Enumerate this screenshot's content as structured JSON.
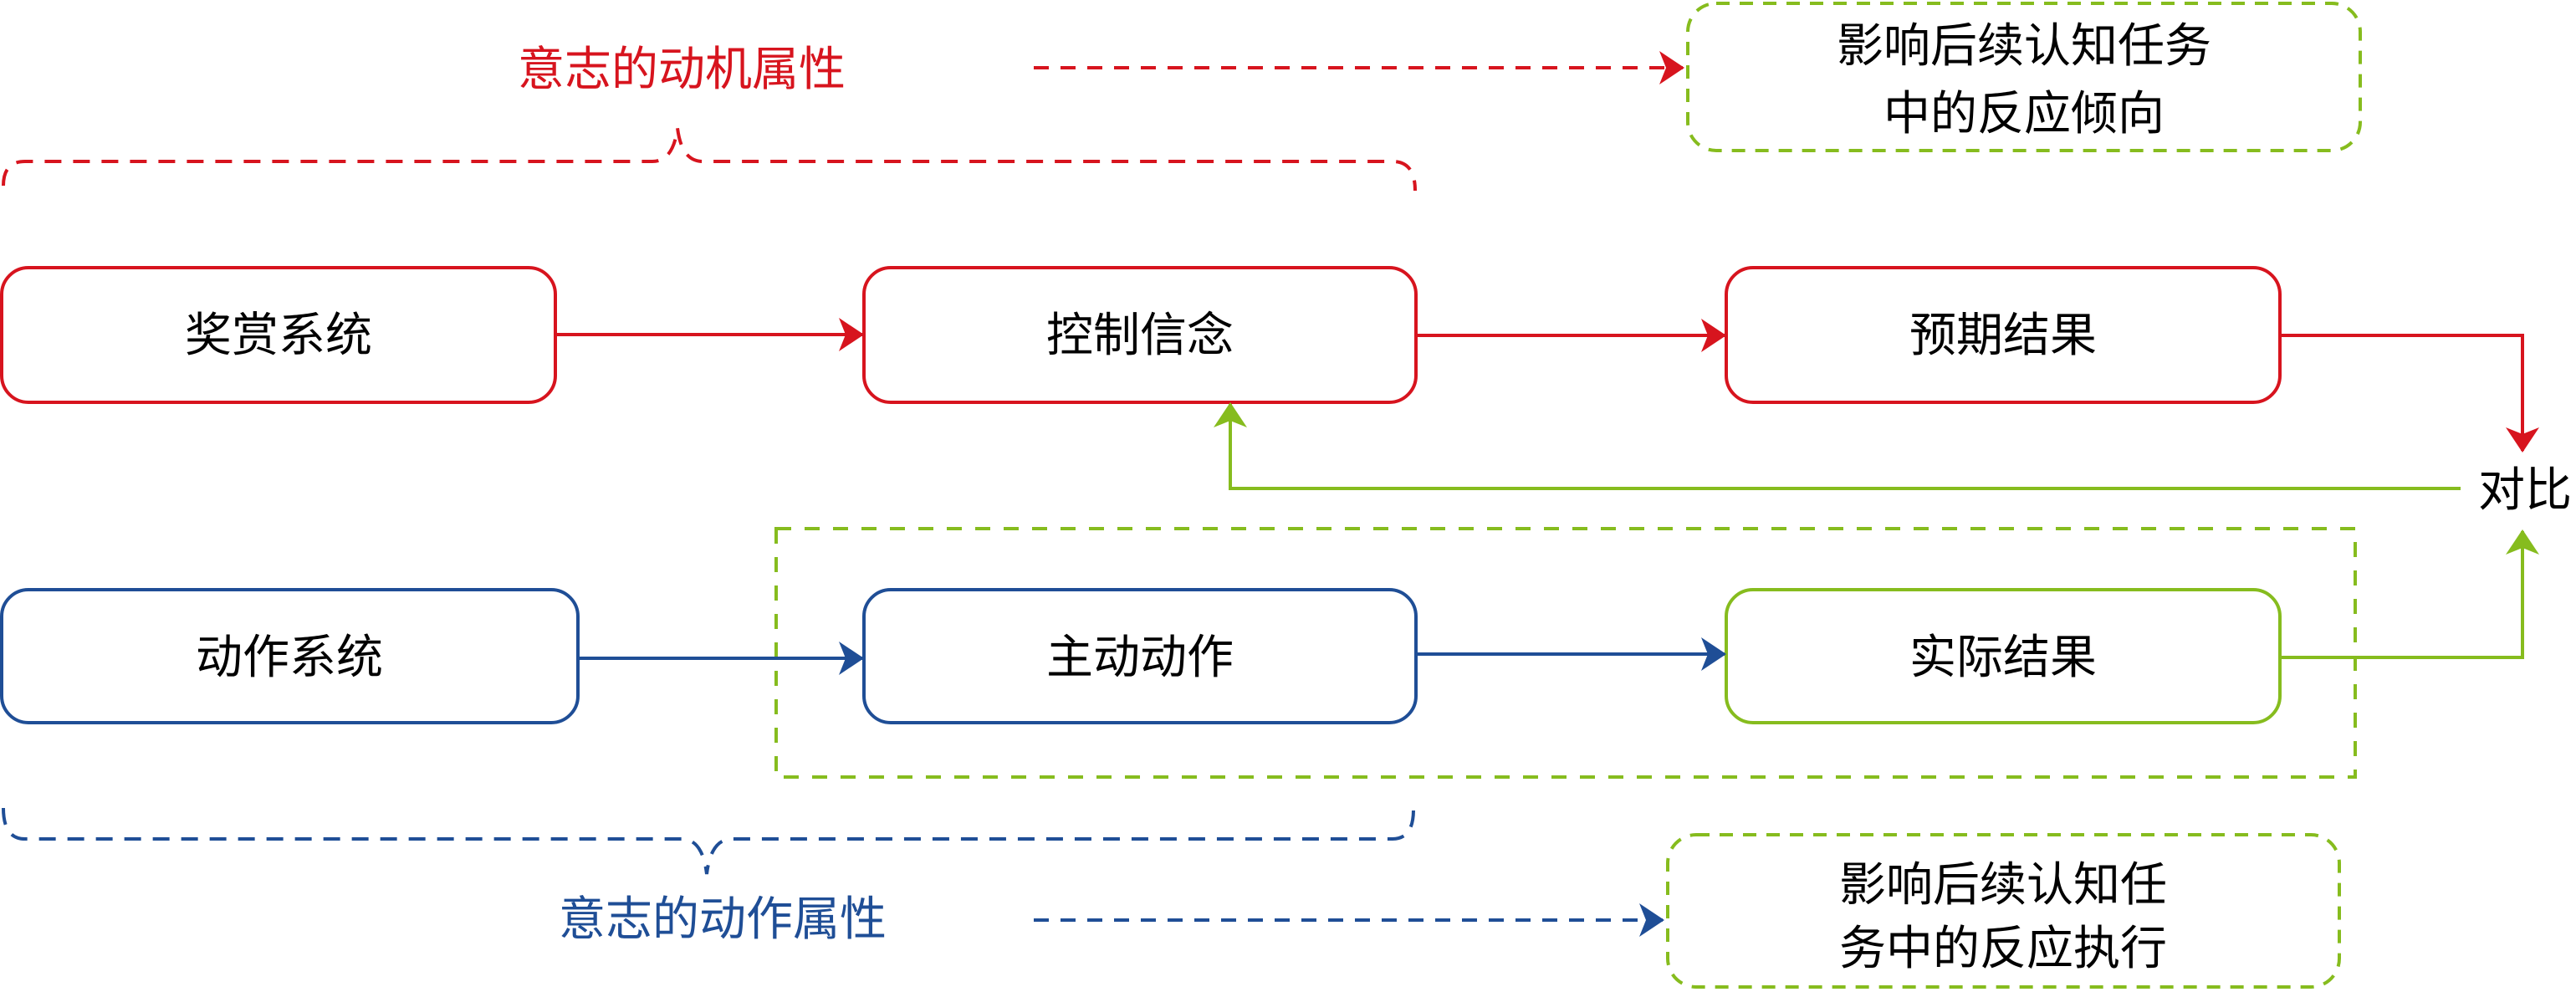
{
  "colors": {
    "red": "#D7141E",
    "blue": "#1F4E96",
    "green": "#86BC1E",
    "text": "#000000"
  },
  "labels": {
    "motivational_attribute": "意志的动机属性",
    "action_attribute": "意志的动作属性",
    "comparison": "对比"
  },
  "nodes": {
    "reward_system": "奖赏系统",
    "control_belief": "控制信念",
    "expected_result": "预期结果",
    "action_system": "动作系统",
    "active_action": "主动动作",
    "actual_result": "实际结果"
  },
  "outcomes": {
    "response_tendency": [
      "影响后续认知任务",
      "中的反应倾向"
    ],
    "response_execution": [
      "影响后续认知任",
      "务中的反应执行"
    ]
  },
  "edges": [
    {
      "from": "reward_system",
      "to": "control_belief",
      "color": "red"
    },
    {
      "from": "control_belief",
      "to": "expected_result",
      "color": "red"
    },
    {
      "from": "expected_result",
      "to": "comparison",
      "color": "red"
    },
    {
      "from": "action_system",
      "to": "active_action",
      "color": "blue"
    },
    {
      "from": "active_action",
      "to": "actual_result",
      "color": "blue"
    },
    {
      "from": "actual_result",
      "to": "comparison",
      "color": "green"
    },
    {
      "from": "comparison",
      "to": "control_belief",
      "color": "green"
    },
    {
      "from": "motivational_attribute",
      "to": "response_tendency",
      "color": "red",
      "style": "dashed"
    },
    {
      "from": "action_attribute",
      "to": "response_execution",
      "color": "blue",
      "style": "dashed"
    }
  ]
}
